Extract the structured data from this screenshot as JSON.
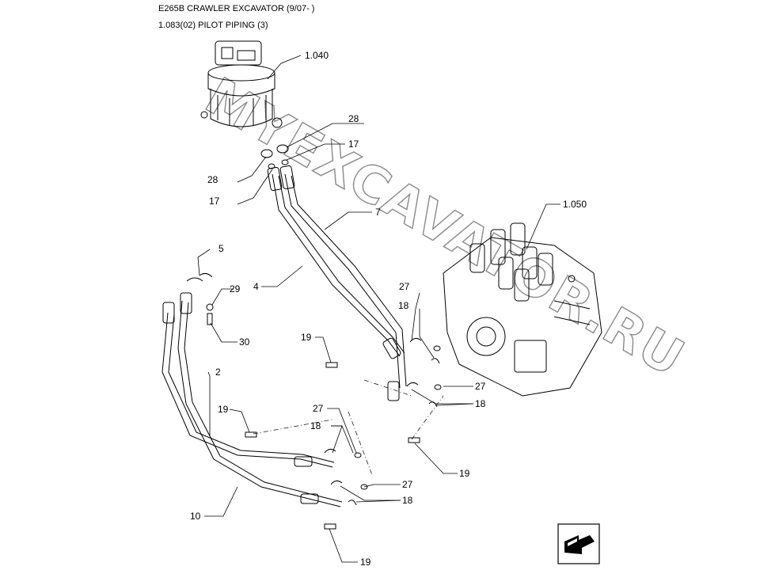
{
  "header": {
    "title": "E265B CRAWLER EXCAVATOR (9/07- )",
    "subtitle": "1.083(02) PILOT PIPING (3)"
  },
  "callouts": {
    "c1040": "1.040",
    "c1050": "1.050",
    "c28a": "28",
    "c28b": "28",
    "c17a": "17",
    "c17b": "17",
    "c7": "7",
    "c5": "5",
    "c4": "4",
    "c29": "29",
    "c30": "30",
    "c27a": "27",
    "c18a": "18",
    "c19a": "19",
    "c2": "2",
    "c27b": "27",
    "c18b": "18",
    "c19b": "19",
    "c27c": "27",
    "c18c": "18",
    "c19c": "19",
    "c27d": "27",
    "c18d": "18",
    "c10": "10",
    "c19d": "19"
  },
  "watermark": {
    "text": "MYEXCAVATOR.RU"
  },
  "icons": {
    "nav": "next-page-arrow-icon"
  }
}
